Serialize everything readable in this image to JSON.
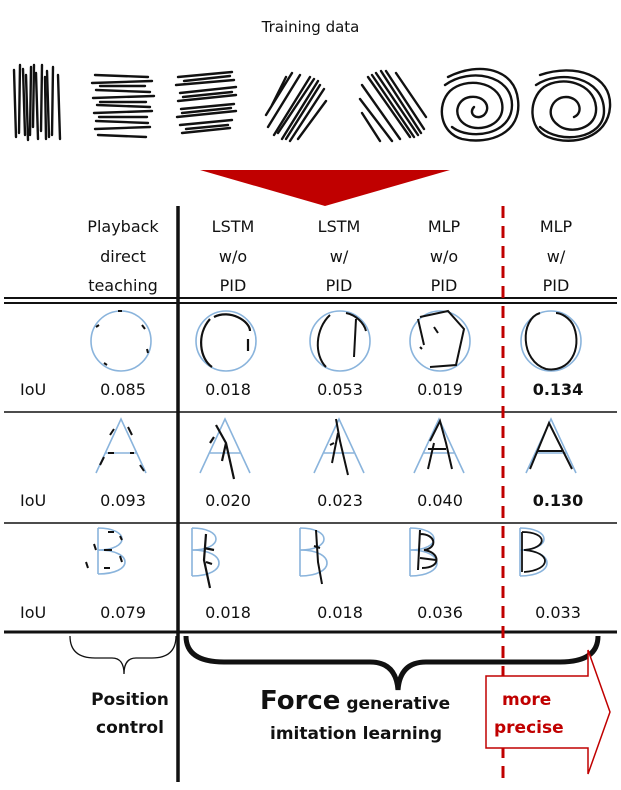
{
  "title": "Training data",
  "columns": [
    {
      "lines": [
        "Playback",
        "direct",
        "teaching"
      ]
    },
    {
      "lines": [
        "LSTM",
        "w/o",
        "PID"
      ]
    },
    {
      "lines": [
        "LSTM",
        "w/",
        "PID"
      ]
    },
    {
      "lines": [
        "MLP",
        "w/o",
        "PID"
      ]
    },
    {
      "lines": [
        "MLP",
        "w/",
        "PID"
      ]
    }
  ],
  "rows": [
    {
      "shape": "circle",
      "label": "IoU",
      "values": [
        "0.085",
        "0.018",
        "0.053",
        "0.019",
        "0.134"
      ],
      "best_index": 4
    },
    {
      "shape": "letter-A",
      "label": "IoU",
      "values": [
        "0.093",
        "0.020",
        "0.023",
        "0.040",
        "0.130"
      ],
      "best_index": 4
    },
    {
      "shape": "letter-B",
      "label": "IoU",
      "values": [
        "0.079",
        "0.018",
        "0.018",
        "0.036",
        "0.033"
      ],
      "best_index": -1
    }
  ],
  "groups": {
    "position": {
      "line1": "Position",
      "line2": "control"
    },
    "force": {
      "big": "Force",
      "rest1": " generative",
      "line2": "imitation learning"
    },
    "precise": {
      "line1": "more",
      "line2": "precise"
    }
  },
  "colors": {
    "accent": "#c00000",
    "trace": "#8ab4dc",
    "ink": "#111111"
  }
}
